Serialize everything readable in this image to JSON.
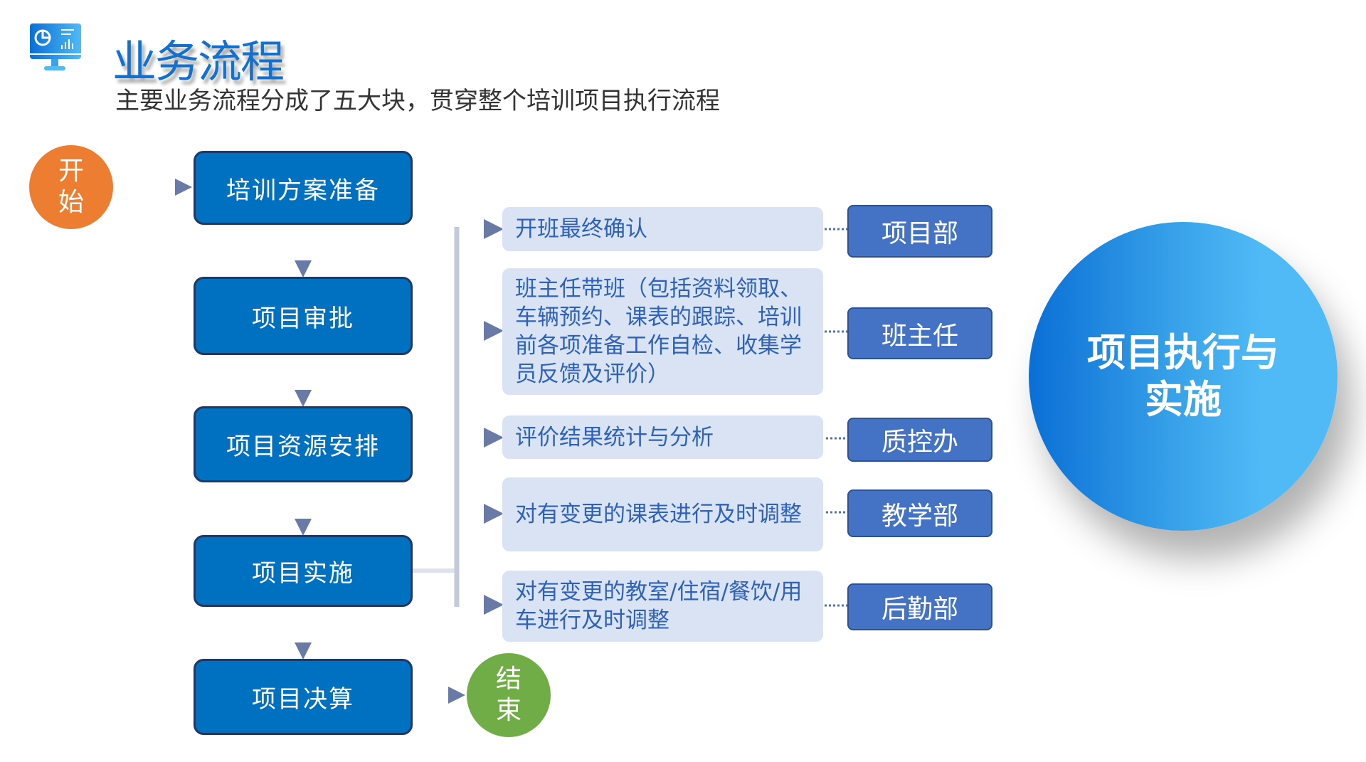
{
  "header": {
    "icon": "monitor-chart-icon",
    "title": "业务流程",
    "subtitle": "主要业务流程分成了五大块，贯穿整个培训项目执行流程"
  },
  "start": {
    "line1": "开",
    "line2": "始",
    "color": "#ed7d31"
  },
  "end": {
    "line1": "结",
    "line2": "束",
    "color": "#70ad47"
  },
  "steps": [
    {
      "label": "培训方案准备"
    },
    {
      "label": "项目审批"
    },
    {
      "label": "项目资源安排"
    },
    {
      "label": "项目实施"
    },
    {
      "label": "项目决算"
    }
  ],
  "tasks": [
    {
      "text": "开班最终确认",
      "dept": "项目部"
    },
    {
      "text": "班主任带班（包括资料领取、车辆预约、课表的跟踪、培训前各项准备工作自检、收集学员反馈及评价）",
      "dept": "班主任"
    },
    {
      "text": "评价结果统计与分析",
      "dept": "质控办"
    },
    {
      "text": "对有变更的课表进行及时调整",
      "dept": "教学部"
    },
    {
      "text": "对有变更的教室/住宿/餐饮/用车进行及时调整",
      "dept": "后勤部"
    }
  ],
  "focus": {
    "line1": "项目执行与",
    "line2": "实施"
  },
  "colors": {
    "step": "#0070c0",
    "task_bg": "#dae3f3",
    "dept": "#4472c4"
  }
}
